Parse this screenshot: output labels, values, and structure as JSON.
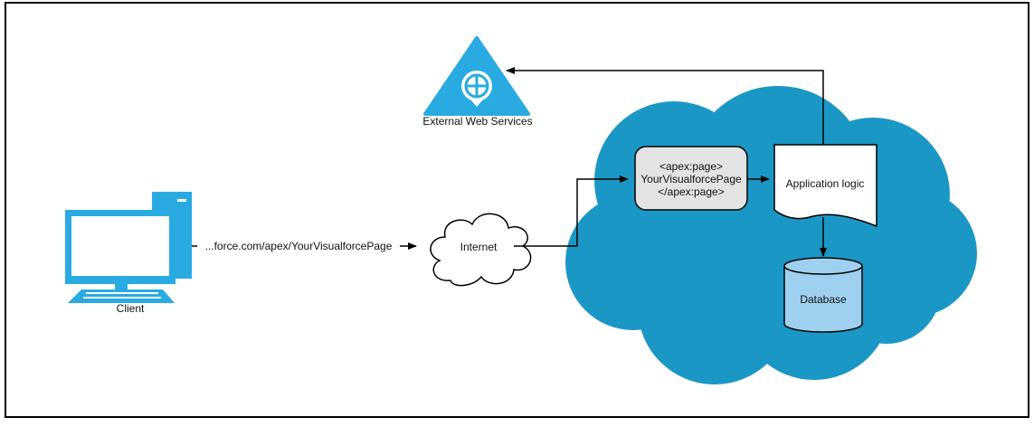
{
  "colors": {
    "cloud": "#1b97c6",
    "icon_blue": "#29abe2",
    "apex_box_fill": "#e3e3e3",
    "database_fill": "#9fd0ef",
    "line": "#000000"
  },
  "client": {
    "label": "Client",
    "icon": "desktop-computer-icon"
  },
  "url_label": "...force.com/apex/YourVisualforcePage",
  "internet": {
    "label": "Internet",
    "icon": "cloud-shape"
  },
  "external_services": {
    "label": "External Web Services",
    "icon": "globe-triangle-icon"
  },
  "apex_page": {
    "line1": "<apex:page>",
    "line2": "YourVisualforcePage",
    "line3": "</apex:page>"
  },
  "application_logic": {
    "label": "Application logic",
    "icon": "document-shape"
  },
  "database": {
    "label": "Database",
    "icon": "database-cylinder"
  }
}
